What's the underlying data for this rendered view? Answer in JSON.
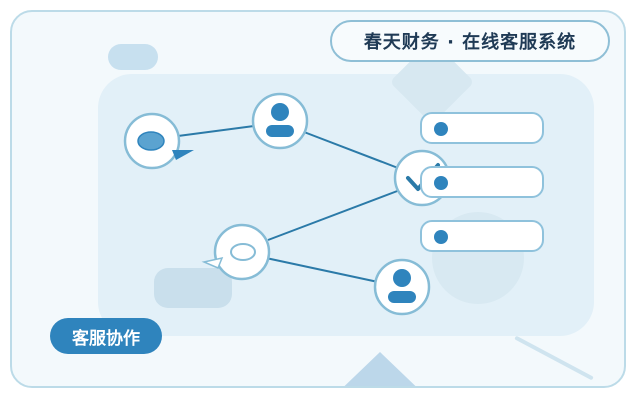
{
  "header": {
    "title": "春天财务 · 在线客服系统"
  },
  "badge": {
    "label": "客服协作"
  },
  "colors": {
    "accent": "#2f84bd",
    "line": "#2b7aa8",
    "frame": "#bcdbe8",
    "panel": "#e2f0f8"
  },
  "nodes": [
    {
      "name": "chat-bubble-icon"
    },
    {
      "name": "user-icon"
    },
    {
      "name": "check-icon"
    },
    {
      "name": "chat-bubble-outline-icon"
    },
    {
      "name": "user-icon"
    }
  ],
  "list_items": 3
}
